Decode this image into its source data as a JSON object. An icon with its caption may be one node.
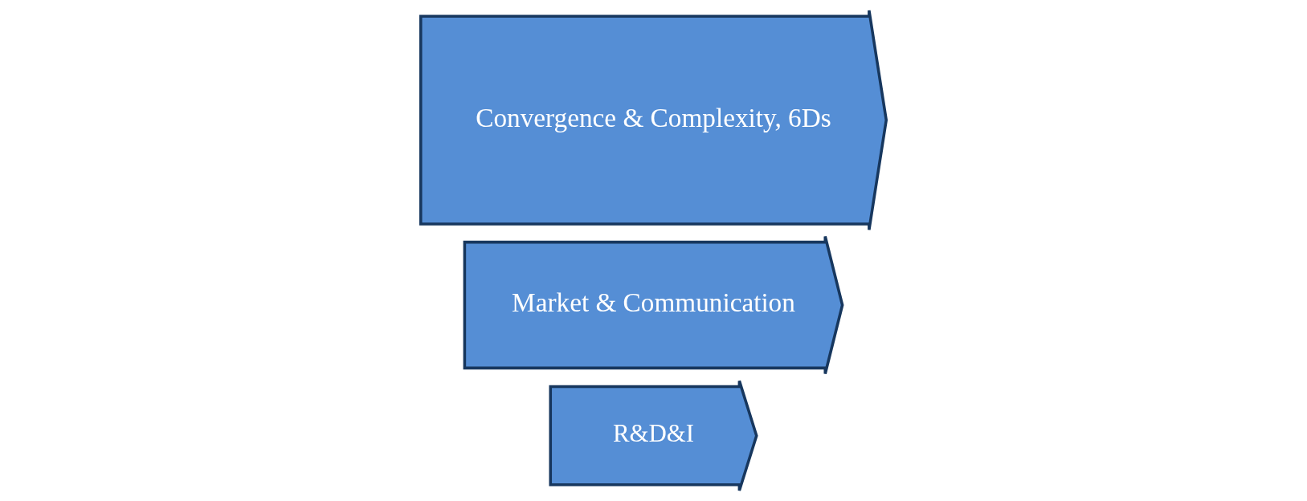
{
  "diagram": {
    "nodes": [
      {
        "text": [
          "R&D&I"
        ]
      },
      {
        "text": [
          "Market & Communication"
        ]
      },
      {
        "text": [
          "Convergence & Complexity, 6Ds"
        ]
      }
    ]
  }
}
